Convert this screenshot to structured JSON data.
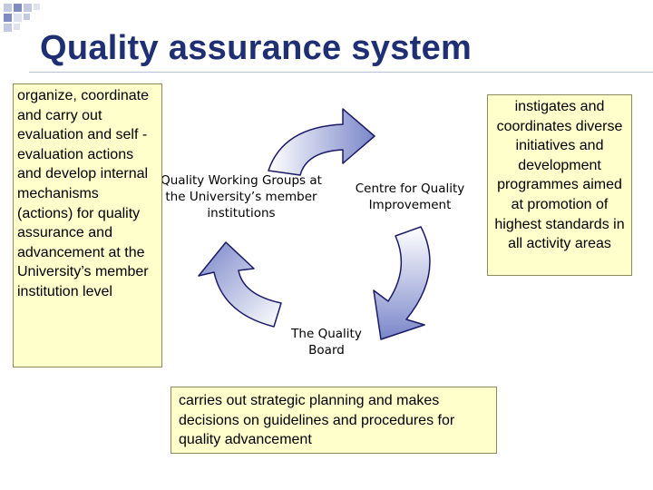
{
  "title": "Quality assurance system",
  "colors": {
    "title": "#1f2f74",
    "note_box_fill": "#ffffcc",
    "arrow_fill_light": "#ffffff",
    "arrow_fill_dark": "#7a86c9",
    "arrow_stroke": "#1a1a66"
  },
  "decoration": {
    "corner_icon": "checkered-squares-icon"
  },
  "nodes": {
    "groups": "Quality Working Groups at the University’s member institutions",
    "centre": "Centre for Quality Improvement",
    "board": "The Quality Board"
  },
  "notes": {
    "left": "organize, coordinate and carry out evaluation and self -evaluation actions and develop internal mechanisms (actions) for quality assurance and advancement at the University’s member institution level",
    "right": "instigates and coordinates diverse initiatives and development programmes aimed at promotion of highest standards in all activity areas",
    "bottom": "carries out strategic planning and makes decisions on guidelines and procedures for quality advancement"
  }
}
